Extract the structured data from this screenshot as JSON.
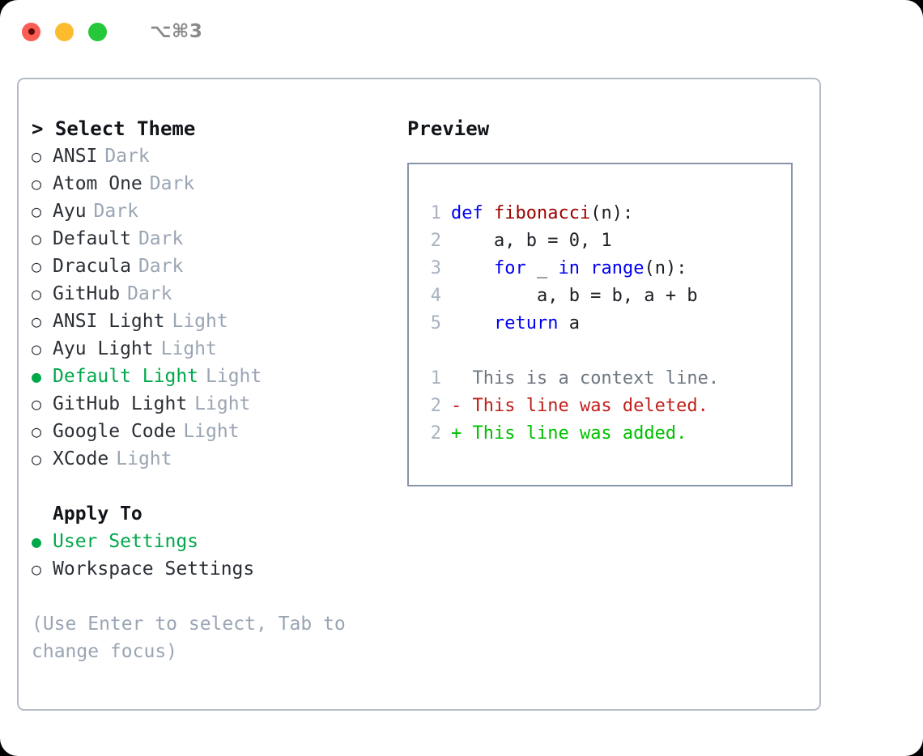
{
  "window": {
    "title": "⌥⌘3",
    "traffic_lights": [
      {
        "name": "close",
        "color": "#fb5c54"
      },
      {
        "name": "minimize",
        "color": "#fdbc2e"
      },
      {
        "name": "maximize",
        "color": "#25c83b"
      }
    ]
  },
  "theme_list": {
    "header": "> Select Theme",
    "items": [
      {
        "bullet": "○",
        "label": "ANSI",
        "tag": "Dark",
        "selected": false
      },
      {
        "bullet": "○",
        "label": "Atom One",
        "tag": "Dark",
        "selected": false
      },
      {
        "bullet": "○",
        "label": "Ayu",
        "tag": "Dark",
        "selected": false
      },
      {
        "bullet": "○",
        "label": "Default",
        "tag": "Dark",
        "selected": false
      },
      {
        "bullet": "○",
        "label": "Dracula",
        "tag": "Dark",
        "selected": false
      },
      {
        "bullet": "○",
        "label": "GitHub",
        "tag": "Dark",
        "selected": false
      },
      {
        "bullet": "○",
        "label": "ANSI Light",
        "tag": "Light",
        "selected": false
      },
      {
        "bullet": "○",
        "label": "Ayu Light",
        "tag": "Light",
        "selected": false
      },
      {
        "bullet": "●",
        "label": "Default Light",
        "tag": "Light",
        "selected": true
      },
      {
        "bullet": "○",
        "label": "GitHub Light",
        "tag": "Light",
        "selected": false
      },
      {
        "bullet": "○",
        "label": "Google Code",
        "tag": "Light",
        "selected": false
      },
      {
        "bullet": "○",
        "label": "XCode",
        "tag": "Light",
        "selected": false
      }
    ]
  },
  "apply_to": {
    "header": "Apply To",
    "items": [
      {
        "bullet": "●",
        "label": "User Settings",
        "selected": true
      },
      {
        "bullet": "○",
        "label": "Workspace Settings",
        "selected": false
      }
    ]
  },
  "hint": "(Use Enter to select, Tab to change focus)",
  "preview": {
    "header": "Preview",
    "code": [
      {
        "lineno": "1",
        "tokens": [
          {
            "text": "def ",
            "type": "kw"
          },
          {
            "text": "fibonacci",
            "type": "fn"
          },
          {
            "text": "(n):",
            "type": "txt"
          }
        ]
      },
      {
        "lineno": "2",
        "tokens": [
          {
            "text": "    a, b = 0, 1",
            "type": "txt"
          }
        ]
      },
      {
        "lineno": "3",
        "tokens": [
          {
            "text": "    ",
            "type": "txt"
          },
          {
            "text": "for",
            "type": "kw"
          },
          {
            "text": " _ ",
            "type": "txt"
          },
          {
            "text": "in",
            "type": "kw"
          },
          {
            "text": " ",
            "type": "txt"
          },
          {
            "text": "range",
            "type": "kw"
          },
          {
            "text": "(n):",
            "type": "txt"
          }
        ]
      },
      {
        "lineno": "4",
        "tokens": [
          {
            "text": "        a, b = b, a + b",
            "type": "txt"
          }
        ]
      },
      {
        "lineno": "5",
        "tokens": [
          {
            "text": "    ",
            "type": "txt"
          },
          {
            "text": "return",
            "type": "kw"
          },
          {
            "text": " a",
            "type": "txt"
          }
        ]
      }
    ],
    "diff": [
      {
        "lineno": "1",
        "marker": " ",
        "text": " This is a context line.",
        "type": "ctx"
      },
      {
        "lineno": "2",
        "marker": "-",
        "text": " This line was deleted.",
        "type": "del"
      },
      {
        "lineno": "2",
        "marker": "+",
        "text": " This line was added.",
        "type": "add"
      }
    ]
  },
  "colors": {
    "accent_green": "#00a84a",
    "diff_add_green": "#00c000",
    "diff_del_red": "#c0201b",
    "keyword_blue": "#0000ee",
    "function_red": "#9c0000",
    "muted_gray": "#9aa5b4",
    "panel_border": "#b4bcc8",
    "preview_border": "#8795a8"
  }
}
